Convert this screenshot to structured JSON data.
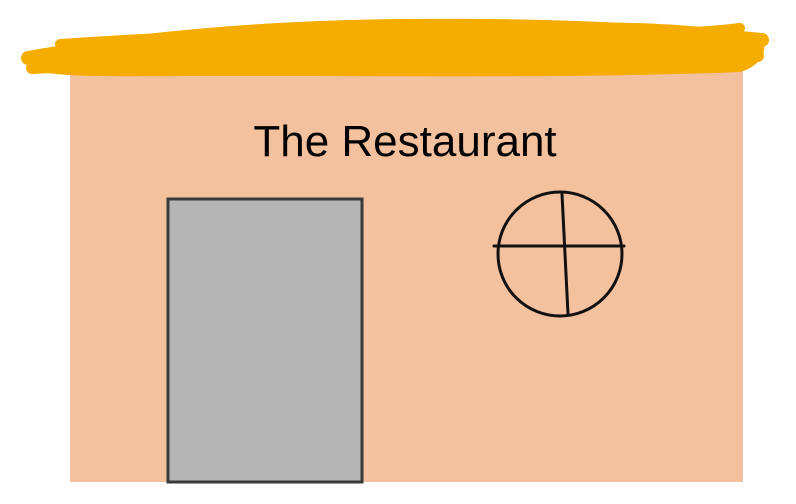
{
  "sign": {
    "text": "The Restaurant"
  },
  "colors": {
    "background": "#ffffff",
    "wall": "#f4c19f",
    "roof": "#f4ad00",
    "door": "#b5b5b5",
    "outline": "#000000"
  },
  "elements": {
    "roof": "roof-scribble",
    "door": "door",
    "window": "round-window"
  }
}
